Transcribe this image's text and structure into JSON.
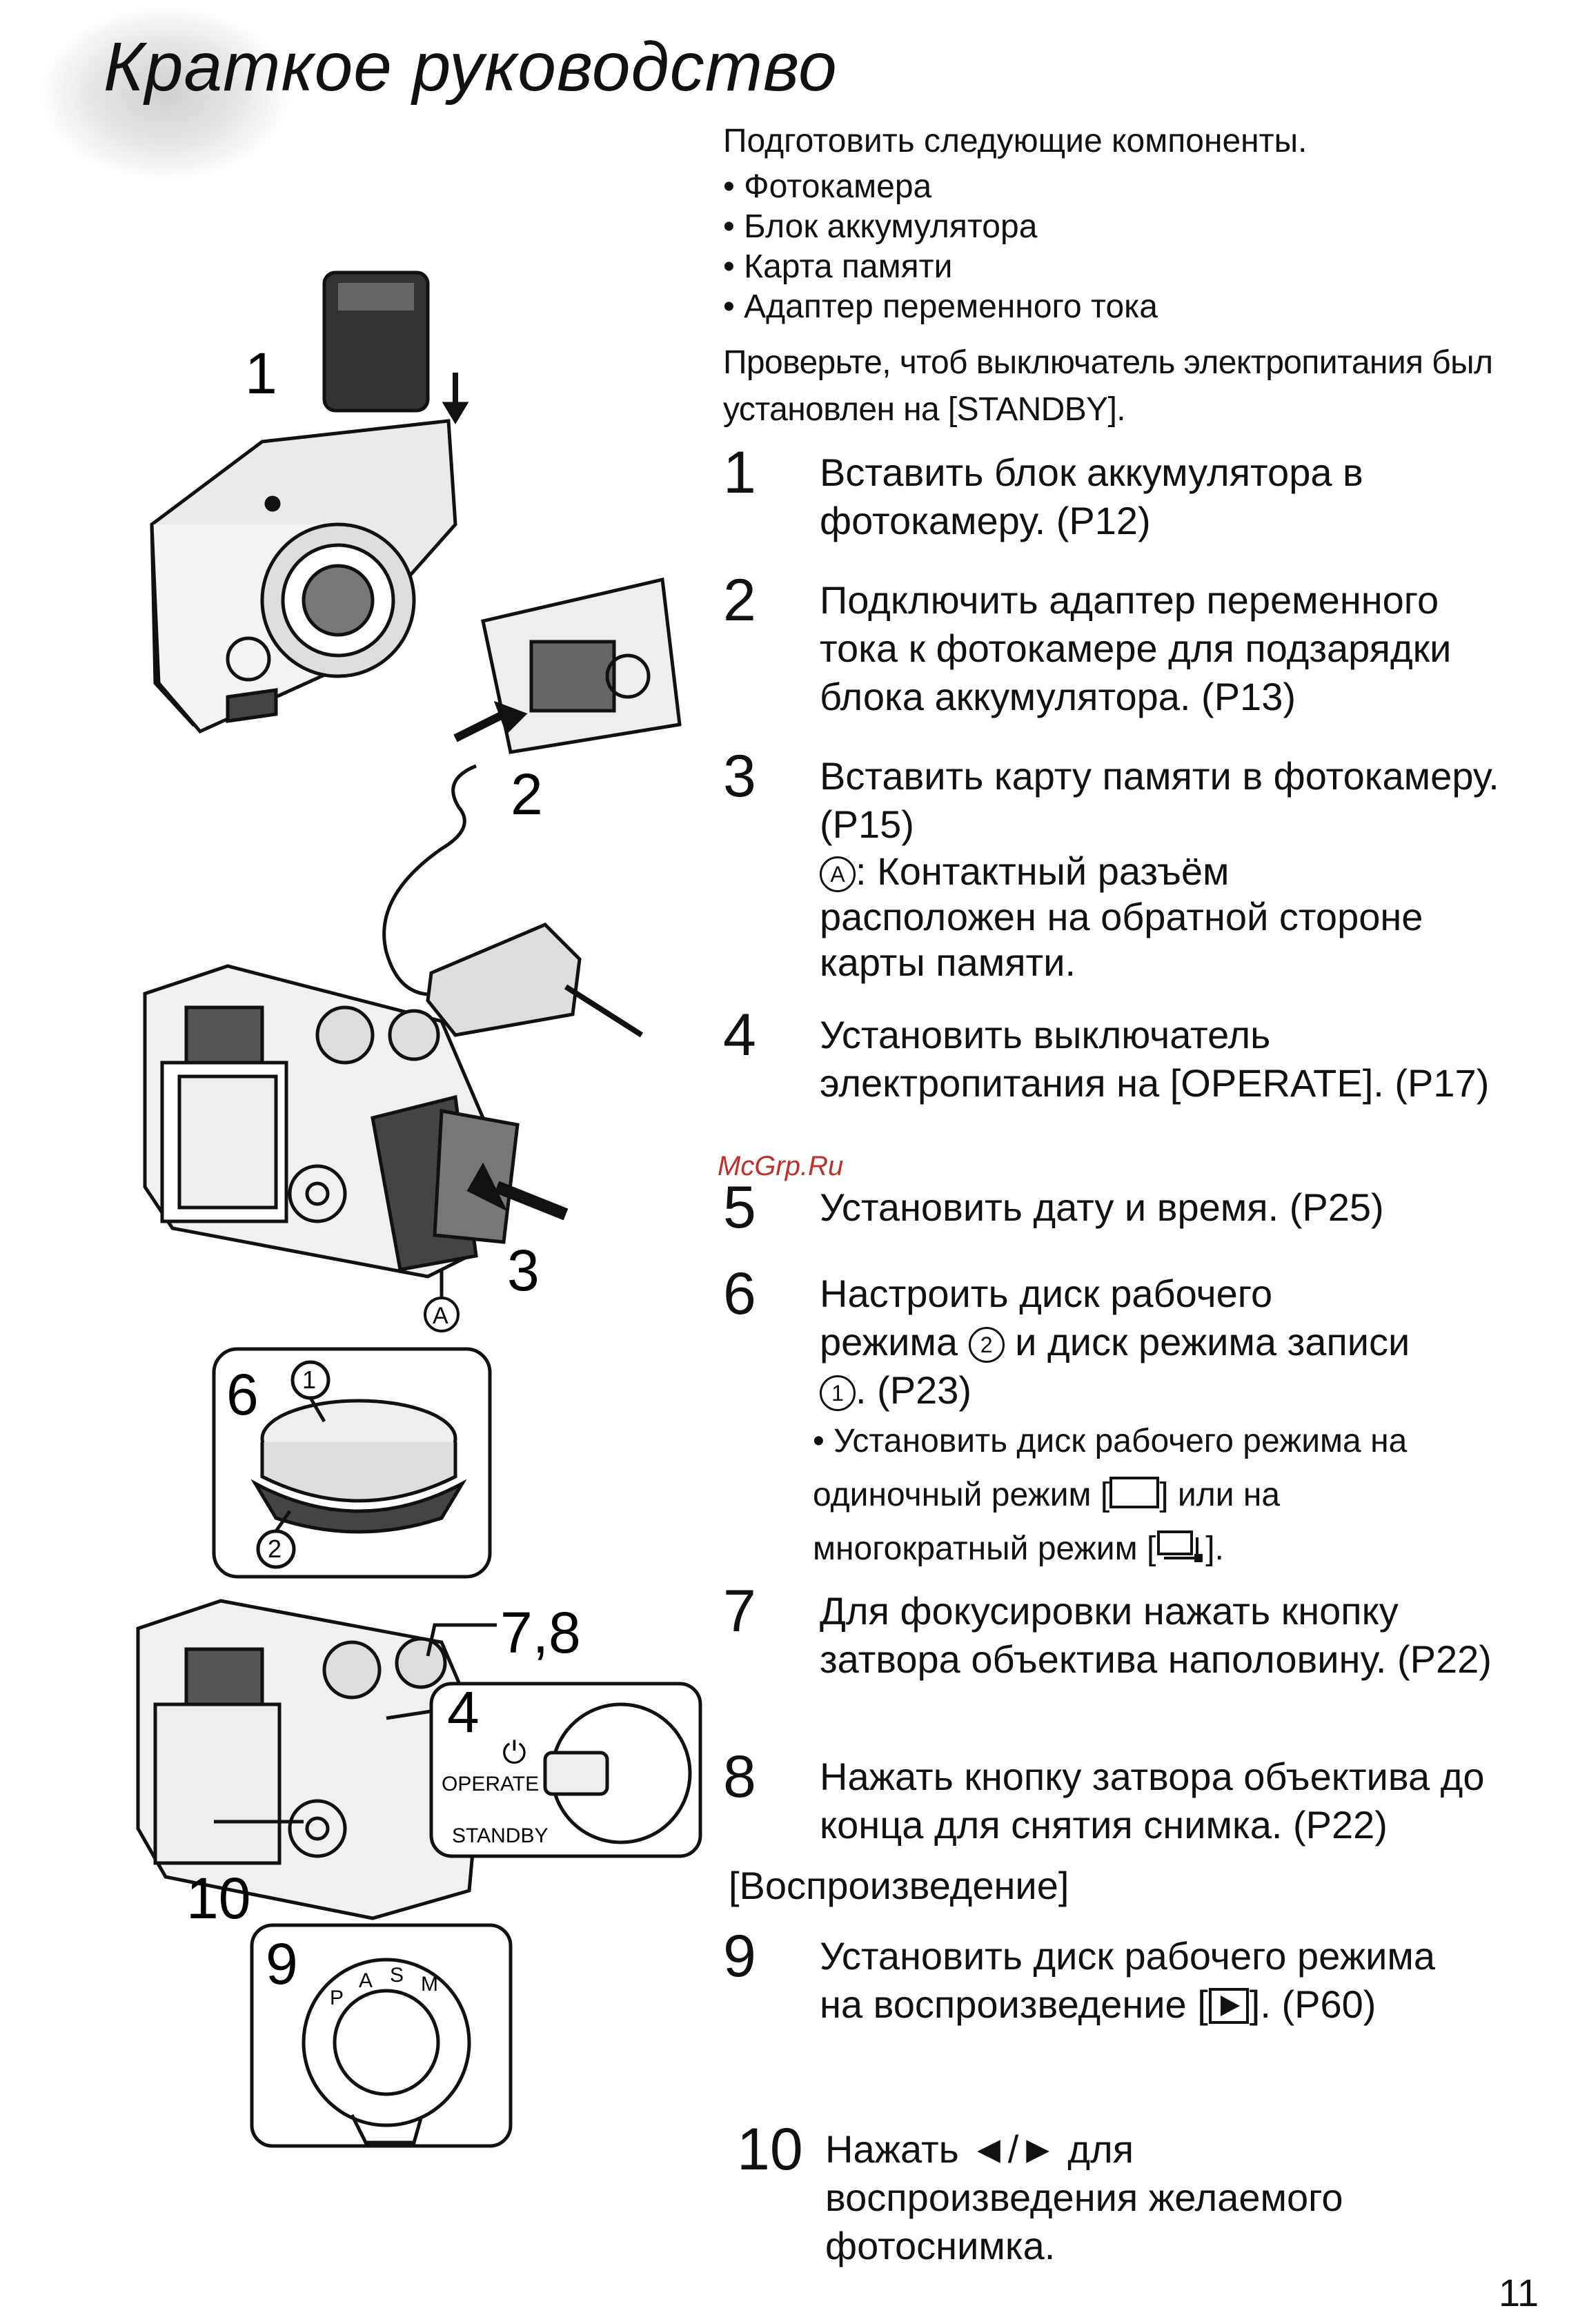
{
  "page": {
    "title": "Краткое руководство",
    "page_number": "11",
    "watermark": "McGrp.Ru"
  },
  "intro": {
    "prepare": "Подготовить следующие компоненты.",
    "items": [
      "Фотокамера",
      "Блок аккумулятора",
      "Карта памяти",
      "Адаптер переменного тока"
    ],
    "check": "Проверьте, чтоб выключатель электропитания был установлен на [STANDBY]."
  },
  "steps": [
    {
      "num": "1",
      "text": "Вставить блок аккумулятора в фотокамеру. (P12)"
    },
    {
      "num": "2",
      "text": "Подключить адаптер переменного тока к фотокамере для подзарядки блока аккумулятора. (P13)"
    },
    {
      "num": "3",
      "text": "Вставить карту памяти в фотокамеру. (P15)",
      "note_mark": "A",
      "note": ": Контактный разъём расположен на обратной стороне карты памяти."
    },
    {
      "num": "4",
      "text": "Установить выключатель электропитания на [OPERATE]. (P17)"
    },
    {
      "num": "5",
      "text": "Установить дату и время. (P25)"
    },
    {
      "num": "6",
      "text_a": "Настроить диск рабочего режима",
      "mark_2": "2",
      "text_b": "и диск режима записи",
      "mark_1": "1",
      "text_c": ". (P23)",
      "bullet_a": "Установить диск рабочего режима на одиночный режим [",
      "bullet_b": "] или на многократный режим [",
      "bullet_c": "]."
    },
    {
      "num": "7",
      "text": "Для фокусировки нажать кнопку затвора объектива наполовину. (P22)"
    },
    {
      "num": "8",
      "text": "Нажать кнопку затвора объектива до конца для снятия снимка. (P22)"
    },
    {
      "num": "9",
      "text_a": "Установить диск рабочего режима на воспроизведение [",
      "text_b": "]. (P60)"
    },
    {
      "num": "10",
      "text_a": "Нажать",
      "arrows": "◄/►",
      "text_b": "для воспроизведения желаемого фотоснимка."
    }
  ],
  "playback_section": "[Воспроизведение]",
  "illustration": {
    "callouts": {
      "c1": "1",
      "c2": "2",
      "c3": "3",
      "c4": "4",
      "c6": "6",
      "c78": "7,8",
      "c9": "9",
      "c10": "10",
      "ca": "A",
      "d1": "1",
      "d2": "2"
    },
    "switch_labels": {
      "power": "⏻",
      "operate": "OPERATE",
      "standby": "STANDBY"
    },
    "dial_letters": {
      "p": "P",
      "a": "A",
      "s": "S",
      "m": "M"
    }
  }
}
